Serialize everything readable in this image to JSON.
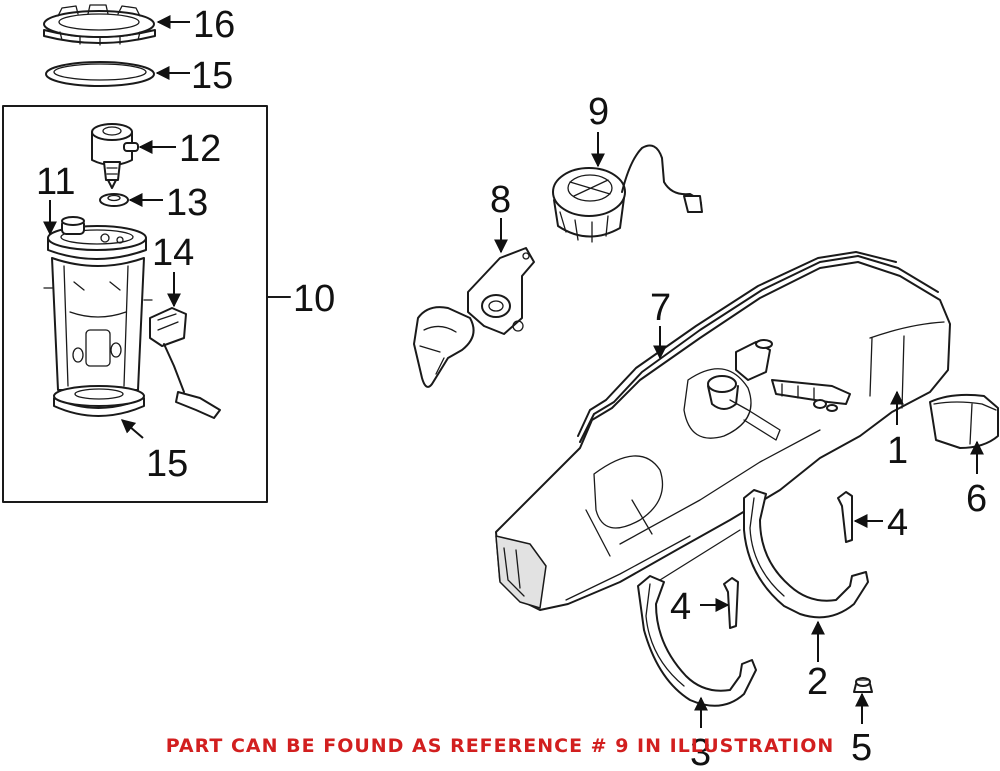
{
  "diagram": {
    "callouts": [
      {
        "id": "c16",
        "text": "16"
      },
      {
        "id": "c15a",
        "text": "15"
      },
      {
        "id": "c12",
        "text": "12"
      },
      {
        "id": "c11",
        "text": "11"
      },
      {
        "id": "c13",
        "text": "13"
      },
      {
        "id": "c14",
        "text": "14"
      },
      {
        "id": "c10",
        "text": "10"
      },
      {
        "id": "c15b",
        "text": "15"
      },
      {
        "id": "c9",
        "text": "9"
      },
      {
        "id": "c8",
        "text": "8"
      },
      {
        "id": "c7",
        "text": "7"
      },
      {
        "id": "c1",
        "text": "1"
      },
      {
        "id": "c6",
        "text": "6"
      },
      {
        "id": "c4a",
        "text": "4"
      },
      {
        "id": "c4b",
        "text": "4"
      },
      {
        "id": "c2",
        "text": "2"
      },
      {
        "id": "c3",
        "text": "3"
      },
      {
        "id": "c5",
        "text": "5"
      }
    ],
    "note": "PART CAN BE FOUND AS REFERENCE # 9 IN ILLUSTRATION",
    "colors": {
      "note": "#d21f1f",
      "line": "#1a1a1a",
      "background": "#ffffff"
    }
  }
}
